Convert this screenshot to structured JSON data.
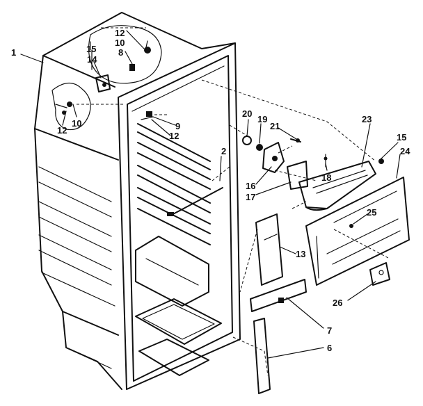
{
  "callouts": [
    {
      "id": "c1",
      "text": "1"
    },
    {
      "id": "c12a",
      "text": "12"
    },
    {
      "id": "c10a",
      "text": "10"
    },
    {
      "id": "c15a",
      "text": "15"
    },
    {
      "id": "c8",
      "text": "8"
    },
    {
      "id": "c14",
      "text": "14"
    },
    {
      "id": "c12b",
      "text": "12"
    },
    {
      "id": "c10b",
      "text": "10"
    },
    {
      "id": "c9",
      "text": "9"
    },
    {
      "id": "c12c",
      "text": "12"
    },
    {
      "id": "c2",
      "text": "2"
    },
    {
      "id": "c20",
      "text": "20"
    },
    {
      "id": "c19",
      "text": "19"
    },
    {
      "id": "c21",
      "text": "21"
    },
    {
      "id": "c23",
      "text": "23"
    },
    {
      "id": "c15b",
      "text": "15"
    },
    {
      "id": "c24",
      "text": "24"
    },
    {
      "id": "c18",
      "text": "18"
    },
    {
      "id": "c16",
      "text": "16"
    },
    {
      "id": "c17",
      "text": "17"
    },
    {
      "id": "c25",
      "text": "25"
    },
    {
      "id": "c13",
      "text": "13"
    },
    {
      "id": "c26",
      "text": "26"
    },
    {
      "id": "c7",
      "text": "7"
    },
    {
      "id": "c6",
      "text": "6"
    }
  ]
}
